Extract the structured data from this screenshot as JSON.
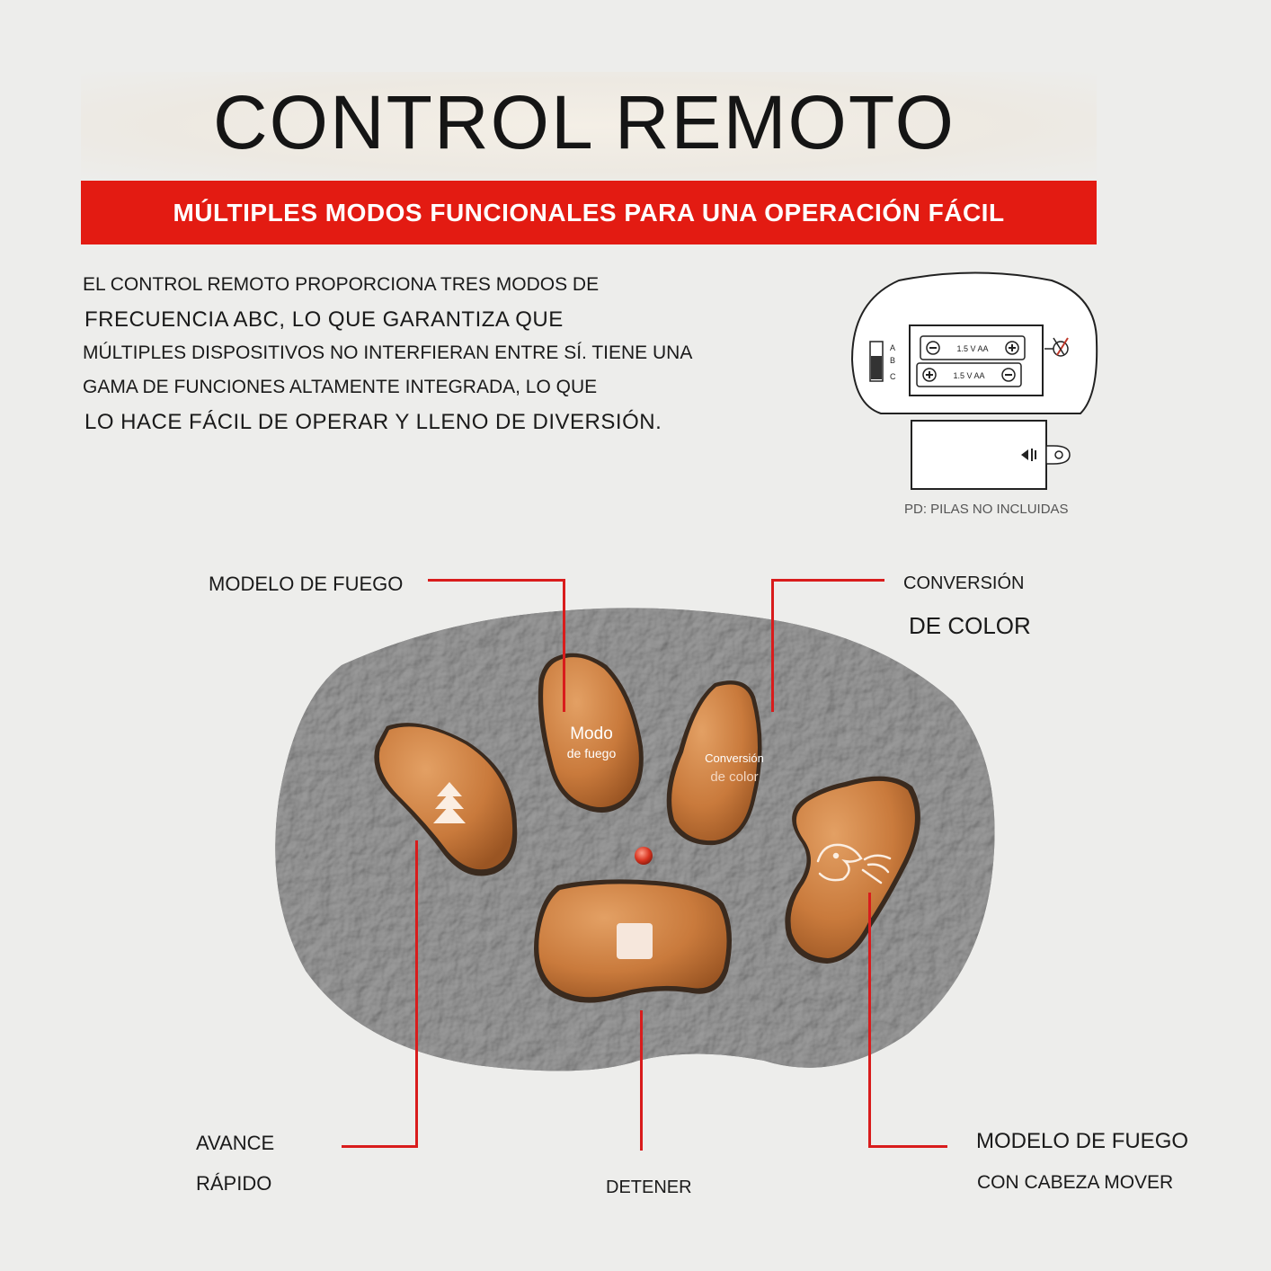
{
  "title": "CONTROL REMOTO",
  "banner": "MÚLTIPLES MODOS FUNCIONALES PARA UNA OPERACIÓN FÁCIL",
  "description": [
    "EL CONTROL REMOTO PROPORCIONA TRES MODOS DE",
    "FRECUENCIA ABC, LO QUE GARANTIZA QUE",
    "MÚLTIPLES DISPOSITIVOS NO INTERFIERAN ENTRE SÍ. TIENE UNA",
    "GAMA DE FUNCIONES ALTAMENTE INTEGRADA, LO QUE",
    "LO HACE FÁCIL DE OPERAR Y LLENO DE DIVERSIÓN."
  ],
  "battery_diagram": {
    "switch_labels": [
      "A",
      "B",
      "C"
    ],
    "battery_label": "1.5 V AA",
    "note": "PD: PILAS NO INCLUIDAS"
  },
  "callouts": {
    "fire_mode": "MODELO DE FUEGO",
    "color_1": "CONVERSIÓN",
    "color_2": "DE COLOR",
    "fast_1": "AVANCE",
    "fast_2": "RÁPIDO",
    "stop": "DETENER",
    "head_1": "MODELO DE FUEGO",
    "head_2": "CON CABEZA MOVER"
  },
  "buttons": {
    "fire_1": "Modo",
    "fire_2": "de fuego",
    "color_1": "Conversión",
    "color_2": "de color"
  },
  "icons": {
    "fast": "triple-chevron-up-icon",
    "stop": "stop-square-icon",
    "head": "dinosaur-head-icon",
    "led": "indicator-led-icon"
  },
  "colors": {
    "accent_red": "#e31b12",
    "button_orange": "#c97a3c",
    "remote_gray": "#6e6e6e"
  }
}
